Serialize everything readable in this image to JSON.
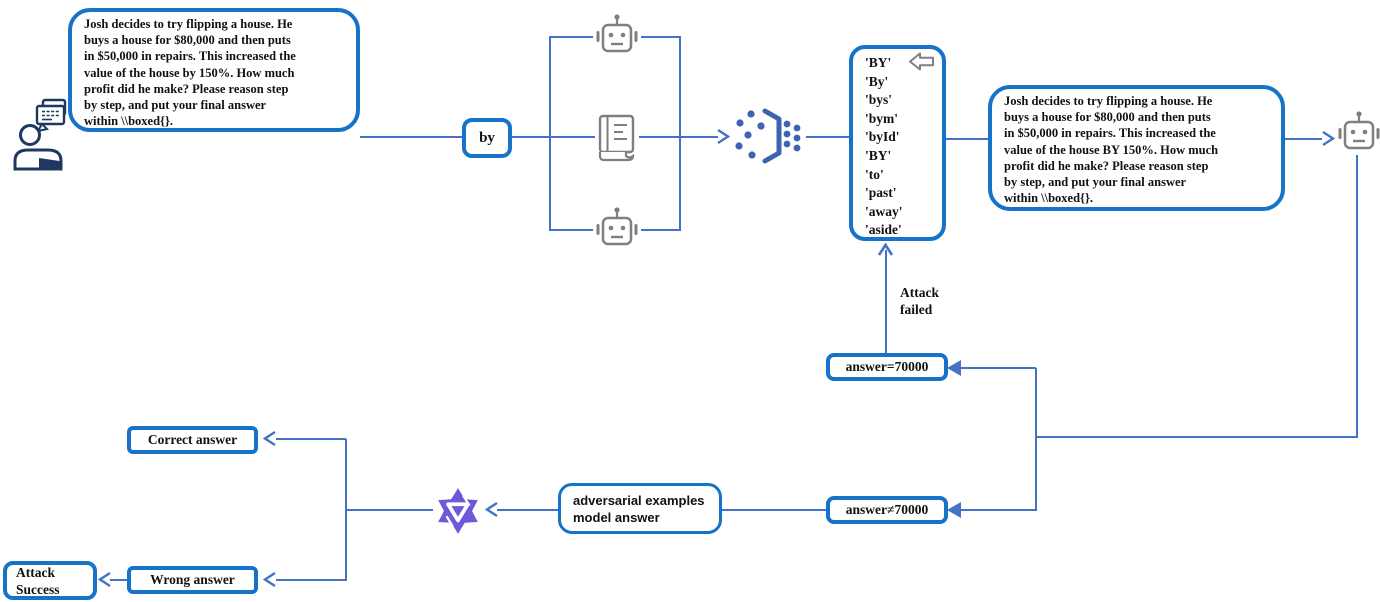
{
  "figure": "adversarial-token-attack-pipeline",
  "colors": {
    "box_border_blue": "#1673C8",
    "connector_blue": "#4472C4",
    "icon_gray": "#7F7F7F",
    "embed_blue": "#3E63B0",
    "judge_purple": "#6C5AD9",
    "user_navy": "#1E3862",
    "text": "#111111"
  },
  "icons": {
    "user": "user-chat-icon",
    "robot": "robot-icon",
    "book": "book-icon",
    "embedding": "embedding-funnel-icon",
    "judge": "qwen-logo-icon",
    "back_arrow": "hollow-left-arrow-icon"
  },
  "nodes": {
    "prompt_original": {
      "text": "Josh decides to try flipping a house. He\nbuys a house for $80,000 and then puts\nin $50,000 in repairs. This increased the\nvalue of the house by 150%. How much\nprofit did he make? Please reason step\nby step, and put your final answer\nwithin \\\\boxed{}."
    },
    "by_chip": {
      "label": "by"
    },
    "token_list": {
      "tokens": [
        "'BY'",
        "'By'",
        "'bys'",
        "'bym'",
        "'byId'",
        "'BY'",
        "'to'",
        "'past'",
        "'away'",
        "'aside'"
      ]
    },
    "prompt_adversarial": {
      "text": "Josh decides to try flipping a house. He\nbuys a house for $80,000 and then puts\nin $50,000 in repairs. This increased the\nvalue of the house BY 150%. How much\nprofit did he make? Please reason step\nby step, and put your final answer\nwithin \\\\boxed{}."
    },
    "attack_failed": {
      "label": "Attack\nfailed"
    },
    "answer_equal": {
      "label": "answer=70000"
    },
    "answer_not_equal": {
      "label": "answer≠70000"
    },
    "adversarial_examples": {
      "label": "adversarial examples\nmodel answer"
    },
    "correct_answer": {
      "label": "Correct answer"
    },
    "wrong_answer": {
      "label": "Wrong answer"
    },
    "attack_success": {
      "label": "Attack\nSuccess"
    }
  }
}
